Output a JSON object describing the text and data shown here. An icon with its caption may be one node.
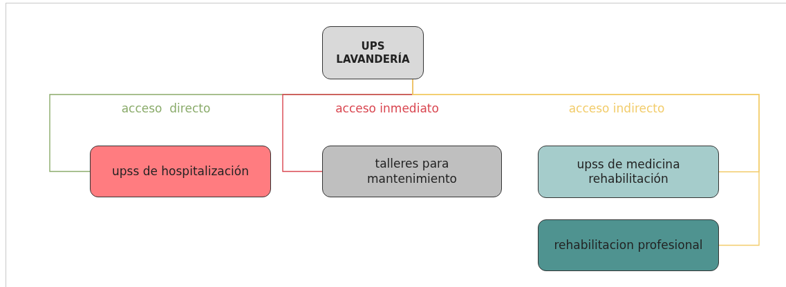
{
  "diagram": {
    "nodes": [
      {
        "text": [
          "UPS LAVANDERÍA"
        ]
      },
      {
        "text": [
          "upss de hospitalización"
        ]
      },
      {
        "text": [
          "talleres para mantenimiento"
        ]
      },
      {
        "text": [
          "upss de medicina rehabilitación"
        ]
      },
      {
        "text": [
          "rehabilitacion profesional"
        ]
      }
    ],
    "edges": [
      {
        "from": 0,
        "to": 1,
        "arrow": "none",
        "label": "acceso  directo",
        "color": "#8aab6a"
      },
      {
        "from": 0,
        "to": 2,
        "arrow": "none",
        "label": "acceso inmediato",
        "color": "#d9454f"
      },
      {
        "from": 0,
        "to": 3,
        "arrow": "none",
        "label": "acceso indirecto",
        "color": "#f2cc6a"
      },
      {
        "from": 0,
        "to": 4,
        "arrow": "none",
        "color": "#f2cc6a"
      }
    ]
  }
}
